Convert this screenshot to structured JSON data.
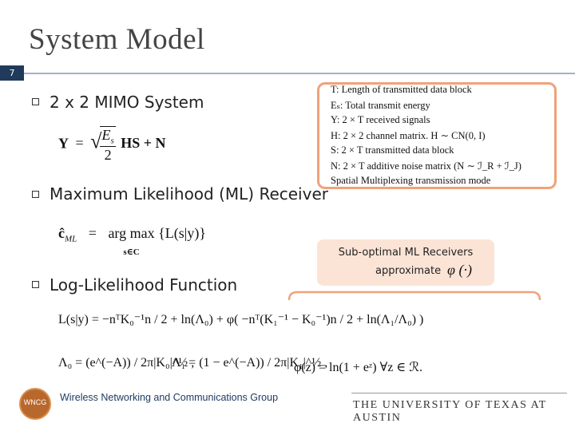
{
  "slide": {
    "title": "System Model",
    "page_number": "7"
  },
  "bullets": [
    {
      "text": "2 x 2 MIMO System"
    },
    {
      "text": "Maximum Likelihood (ML) Receiver"
    },
    {
      "text": "Log-Likelihood Function"
    }
  ],
  "equations": {
    "system": {
      "lhs": "Y",
      "eq": "=",
      "frac_num": "E",
      "frac_num_sub": "s",
      "frac_den": "2",
      "rhs": "HS + N"
    },
    "ml": {
      "lhs": "ĉ",
      "lhs_sub": "ML",
      "eq": "=",
      "op": "arg max",
      "op_sub": "s∈C",
      "rhs": "{L(s|y)}"
    },
    "llf": "L(s|y) = −nᵀK₀⁻¹n / 2 + ln(Λ₀) + φ( −nᵀ(K₁⁻¹ − K₀⁻¹)n / 2 + ln(Λ₁/Λ₀) )",
    "lambda0": "Λ₀ = (e^(−A)) / 2π|K₀|^½ ,",
    "lambda1": "Λ₁ = (1 − e^(−A)) / 2π|K₁|^½ ,",
    "phi": "φ(z) = ln(1 + eᶻ)   ∀z ∈ ℛ."
  },
  "legend": {
    "items": [
      "T: Length of transmitted data block",
      "Eₛ: Total transmit energy",
      "Y: 2 × T received signals",
      "H: 2 × 2 channel matrix. H ∼ CN(0, I)",
      "S: 2 × T transmitted data block",
      "N: 2 × T additive noise matrix (N ∼ ℐ_R + ℐ_J)",
      "Spatial Multiplexing transmission mode"
    ]
  },
  "callout": {
    "line1": "Sub-optimal ML Receivers",
    "line2": "approximate",
    "symbol": "φ (·)"
  },
  "footer": {
    "org": "Wireless Networking and Communications Group",
    "logo_text": "WNCG",
    "university": "THE UNIVERSITY OF TEXAS AT AUSTIN"
  },
  "colors": {
    "legend_border": "#f0a27a",
    "callout_fill": "#fbe4d6",
    "header_rule": "#9fb3c8",
    "logo": "#b9682d"
  }
}
